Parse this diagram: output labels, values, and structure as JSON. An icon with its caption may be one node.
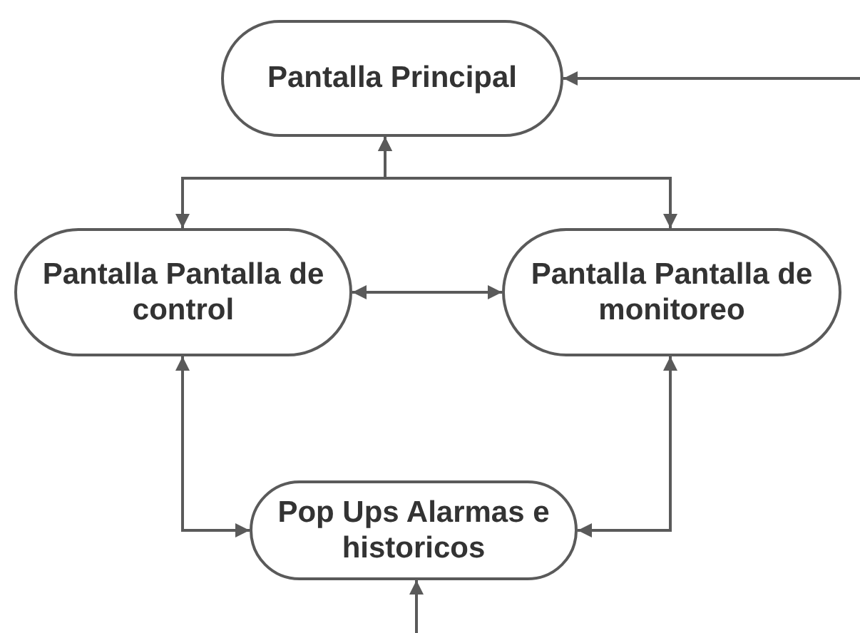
{
  "diagram": {
    "nodes": [
      {
        "text": [
          "Pantalla Principal"
        ]
      },
      {
        "text": [
          "Pantalla Pantalla de control"
        ]
      },
      {
        "text": [
          "Pantalla Pantalla de monitoreo"
        ]
      },
      {
        "text": [
          "Pop Ups Alarmas e historicos"
        ]
      }
    ],
    "edges": [
      {
        "from": null,
        "to": 0,
        "arrow": "to"
      },
      {
        "from": 0,
        "to": 1,
        "arrow": "both"
      },
      {
        "from": 0,
        "to": 2,
        "arrow": "both"
      },
      {
        "from": 1,
        "to": 2,
        "arrow": "both"
      },
      {
        "from": 1,
        "to": 3,
        "arrow": "both"
      },
      {
        "from": 2,
        "to": 3,
        "arrow": "both"
      },
      {
        "from": null,
        "to": 3,
        "arrow": "to"
      }
    ]
  }
}
